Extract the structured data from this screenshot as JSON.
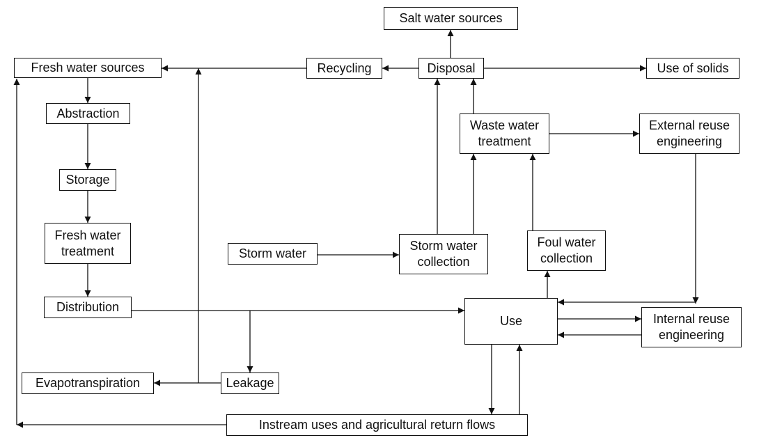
{
  "nodes": {
    "salt_water_sources": "Salt water sources",
    "fresh_water_sources": "Fresh water sources",
    "recycling": "Recycling",
    "disposal": "Disposal",
    "use_of_solids": "Use of solids",
    "abstraction": "Abstraction",
    "waste_water_treatment": "Waste water\ntreatment",
    "external_reuse_engineering": "External reuse\nengineering",
    "storage": "Storage",
    "fresh_water_treatment": "Fresh water\ntreatment",
    "storm_water": "Storm water",
    "storm_water_collection": "Storm water\ncollection",
    "foul_water_collection": "Foul water\ncollection",
    "distribution": "Distribution",
    "use": "Use",
    "internal_reuse_engineering": "Internal reuse\nengineering",
    "evapotranspiration": "Evapotranspiration",
    "leakage": "Leakage",
    "instream_uses": "Instream uses and agricultural return flows"
  },
  "colors": {
    "stroke": "#111111",
    "background": "#ffffff"
  }
}
